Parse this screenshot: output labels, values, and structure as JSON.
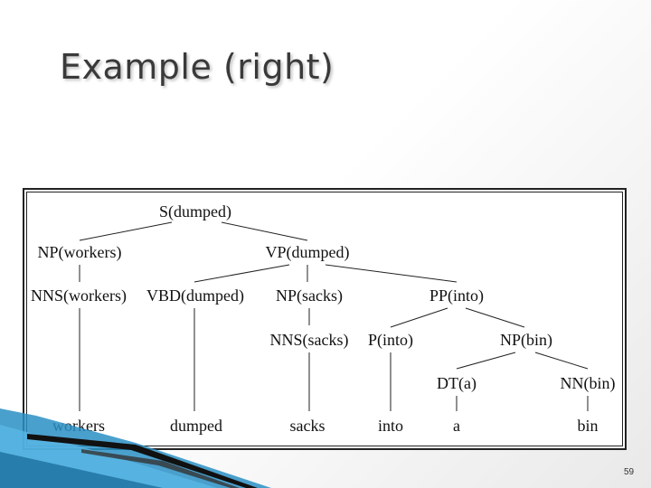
{
  "slide": {
    "title": "Example (right)",
    "page_number": "59"
  },
  "tree": {
    "nodes": {
      "s": "S(dumped)",
      "np_workers": "NP(workers)",
      "vp_dumped": "VP(dumped)",
      "nns_workers": "NNS(workers)",
      "vbd_dumped": "VBD(dumped)",
      "np_sacks": "NP(sacks)",
      "pp_into": "PP(into)",
      "nns_sacks": "NNS(sacks)",
      "p_into": "P(into)",
      "np_bin": "NP(bin)",
      "dt_a": "DT(a)",
      "nn_bin": "NN(bin)"
    },
    "words": {
      "workers": "workers",
      "dumped": "dumped",
      "sacks": "sacks",
      "into": "into",
      "a": "a",
      "bin": "bin"
    }
  }
}
